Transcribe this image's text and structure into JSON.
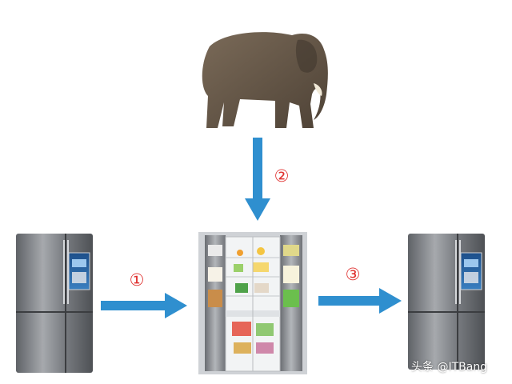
{
  "diagram": {
    "steps": [
      {
        "label": "①",
        "from": "fridge-closed-left",
        "to": "fridge-open-center"
      },
      {
        "label": "②",
        "from": "elephant",
        "to": "fridge-open-center"
      },
      {
        "label": "③",
        "from": "fridge-open-center",
        "to": "fridge-closed-right"
      }
    ],
    "nodes": [
      "elephant",
      "fridge-closed-left",
      "fridge-open-center",
      "fridge-closed-right"
    ]
  },
  "colors": {
    "arrow": "#2f8fcf",
    "step_label": "#e0312f",
    "fridge_body": "#8a8d92",
    "fridge_interior": "#f2f4f5",
    "elephant": "#6b5b4b"
  },
  "watermark": "头条 @ITBang"
}
